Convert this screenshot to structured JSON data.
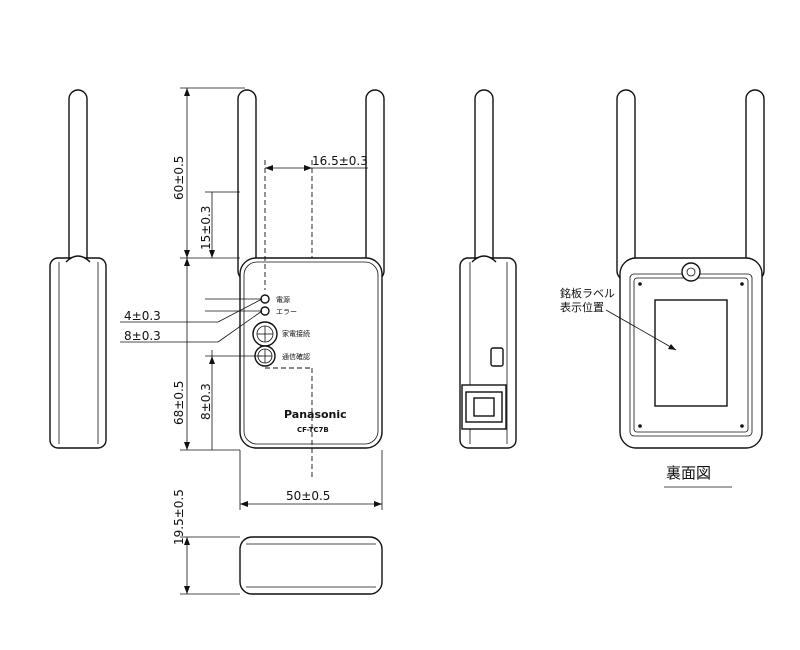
{
  "dimensions": {
    "height_top": "60±0.5",
    "antenna_offset": "16.5±0.3",
    "body_top_offset": "15±0.3",
    "led_spacing_1": "4±0.3",
    "led_spacing_2": "8±0.3",
    "button_offset": "8±0.3",
    "body_height": "68±0.5",
    "width": "50±0.5",
    "depth": "19.5±0.5"
  },
  "front_panel": {
    "led_power": "電源",
    "led_error": "エラー",
    "button_connect": "家電接続",
    "button_check": "通信確認",
    "brand": "Panasonic",
    "model": "CF-TC7B"
  },
  "rear_view": {
    "label_callout_line1": "銘板ラベル",
    "label_callout_line2": "表示位置",
    "caption": "裏面図"
  }
}
